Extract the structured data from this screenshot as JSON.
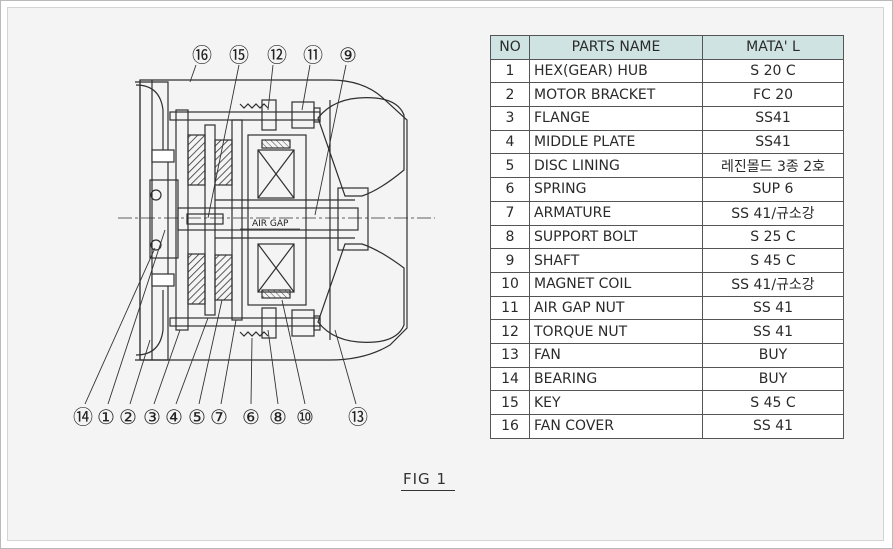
{
  "table": {
    "headers": [
      "NO",
      "PARTS NAME",
      "MATA' L"
    ],
    "rows": [
      [
        "1",
        "HEX(GEAR) HUB",
        "S 20 C"
      ],
      [
        "2",
        "MOTOR BRACKET",
        "FC 20"
      ],
      [
        "3",
        "FLANGE",
        "SS41"
      ],
      [
        "4",
        "MIDDLE PLATE",
        "SS41"
      ],
      [
        "5",
        "DISC LINING",
        "레진몰드 3종 2호"
      ],
      [
        "6",
        "SPRING",
        "SUP 6"
      ],
      [
        "7",
        "ARMATURE",
        "SS 41/규소강"
      ],
      [
        "8",
        "SUPPORT BOLT",
        "S 25 C"
      ],
      [
        "9",
        "SHAFT",
        "S 45 C"
      ],
      [
        "10",
        "MAGNET COIL",
        "SS 41/규소강"
      ],
      [
        "11",
        "AIR GAP NUT",
        "SS 41"
      ],
      [
        "12",
        "TORQUE NUT",
        "SS 41"
      ],
      [
        "13",
        "FAN",
        "BUY"
      ],
      [
        "14",
        "BEARING",
        "BUY"
      ],
      [
        "15",
        "KEY",
        "S 45 C"
      ],
      [
        "16",
        "FAN COVER",
        "SS 41"
      ]
    ]
  },
  "diagram": {
    "air_gap_label": "AIR GAP",
    "top_callouts": [
      "⑯",
      "⑮",
      "⑫",
      "⑪",
      "⑨"
    ],
    "bottom_callouts": [
      "⑭",
      "①",
      "②",
      "③",
      "④",
      "⑤",
      "⑦",
      "⑥",
      "⑧",
      "⑩",
      "⑬"
    ]
  },
  "figure_caption": "FIG 1"
}
